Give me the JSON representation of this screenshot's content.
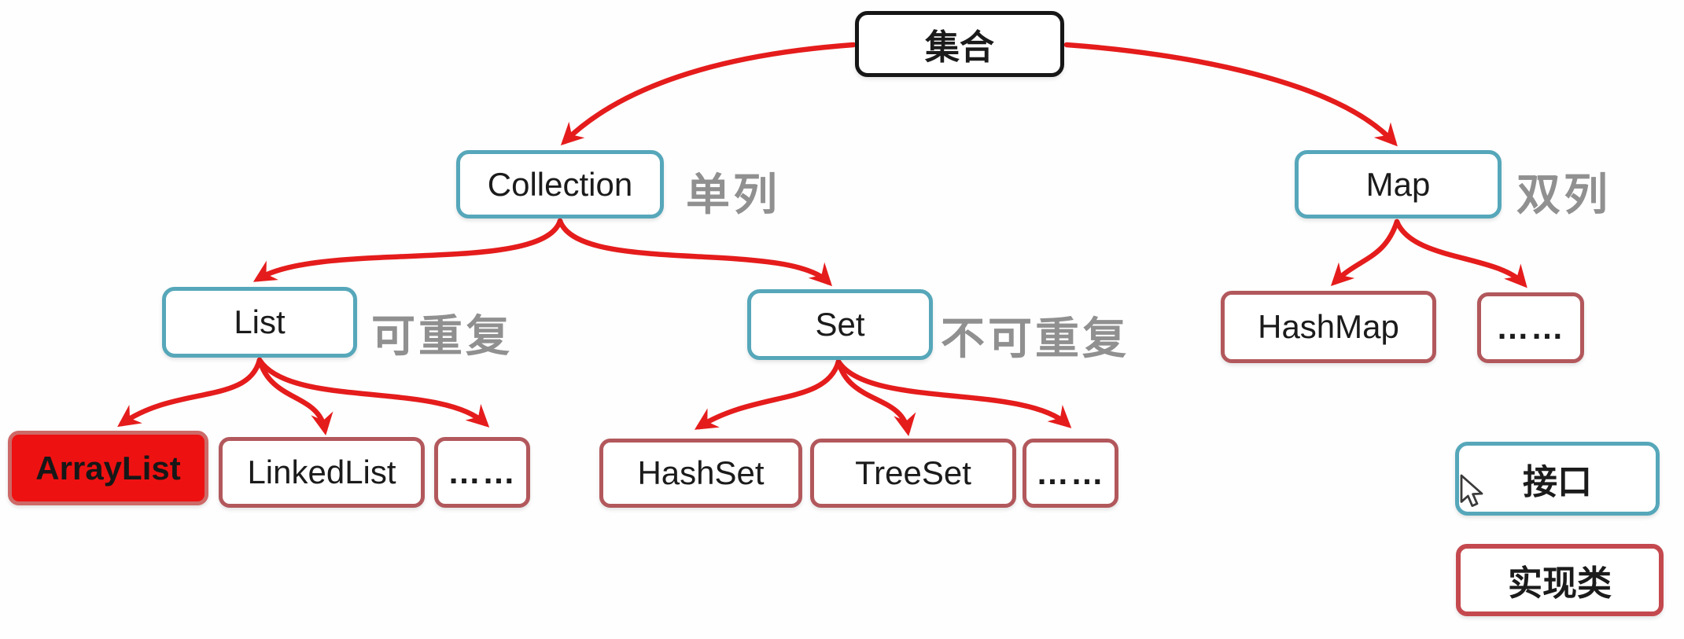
{
  "diagram": {
    "root": {
      "label": "集合"
    },
    "nodes": {
      "collection": {
        "label": "Collection",
        "type": "interface",
        "annotation": "单列"
      },
      "map": {
        "label": "Map",
        "type": "interface",
        "annotation": "双列"
      },
      "list": {
        "label": "List",
        "type": "interface",
        "annotation": "可重复"
      },
      "set": {
        "label": "Set",
        "type": "interface",
        "annotation": "不可重复"
      },
      "arraylist": {
        "label": "ArrayList",
        "type": "implementation",
        "highlighted": true
      },
      "linkedlist": {
        "label": "LinkedList",
        "type": "implementation"
      },
      "list_more": {
        "label": "……",
        "type": "implementation"
      },
      "hashset": {
        "label": "HashSet",
        "type": "implementation"
      },
      "treeset": {
        "label": "TreeSet",
        "type": "implementation"
      },
      "set_more": {
        "label": "……",
        "type": "implementation"
      },
      "hashmap": {
        "label": "HashMap",
        "type": "implementation"
      },
      "map_more": {
        "label": "……",
        "type": "implementation"
      }
    },
    "edges": [
      {
        "from": "集合",
        "to": "Collection"
      },
      {
        "from": "集合",
        "to": "Map"
      },
      {
        "from": "Collection",
        "to": "List"
      },
      {
        "from": "Collection",
        "to": "Set"
      },
      {
        "from": "List",
        "to": "ArrayList"
      },
      {
        "from": "List",
        "to": "LinkedList"
      },
      {
        "from": "List",
        "to": "……"
      },
      {
        "from": "Set",
        "to": "HashSet"
      },
      {
        "from": "Set",
        "to": "TreeSet"
      },
      {
        "from": "Set",
        "to": "……"
      },
      {
        "from": "Map",
        "to": "HashMap"
      },
      {
        "from": "Map",
        "to": "……"
      }
    ],
    "legend": {
      "interface_label": "接口",
      "implementation_label": "实现类"
    },
    "colors": {
      "arrow_red": "#e51c1c",
      "interface_border": "#56a7ba",
      "implementation_border": "#b2585c",
      "legend_implementation_border": "#c4494e",
      "root_border": "#161616",
      "highlight_fill": "#ee1111",
      "annotation_gray": "#909090",
      "background": "#fefefe"
    }
  }
}
